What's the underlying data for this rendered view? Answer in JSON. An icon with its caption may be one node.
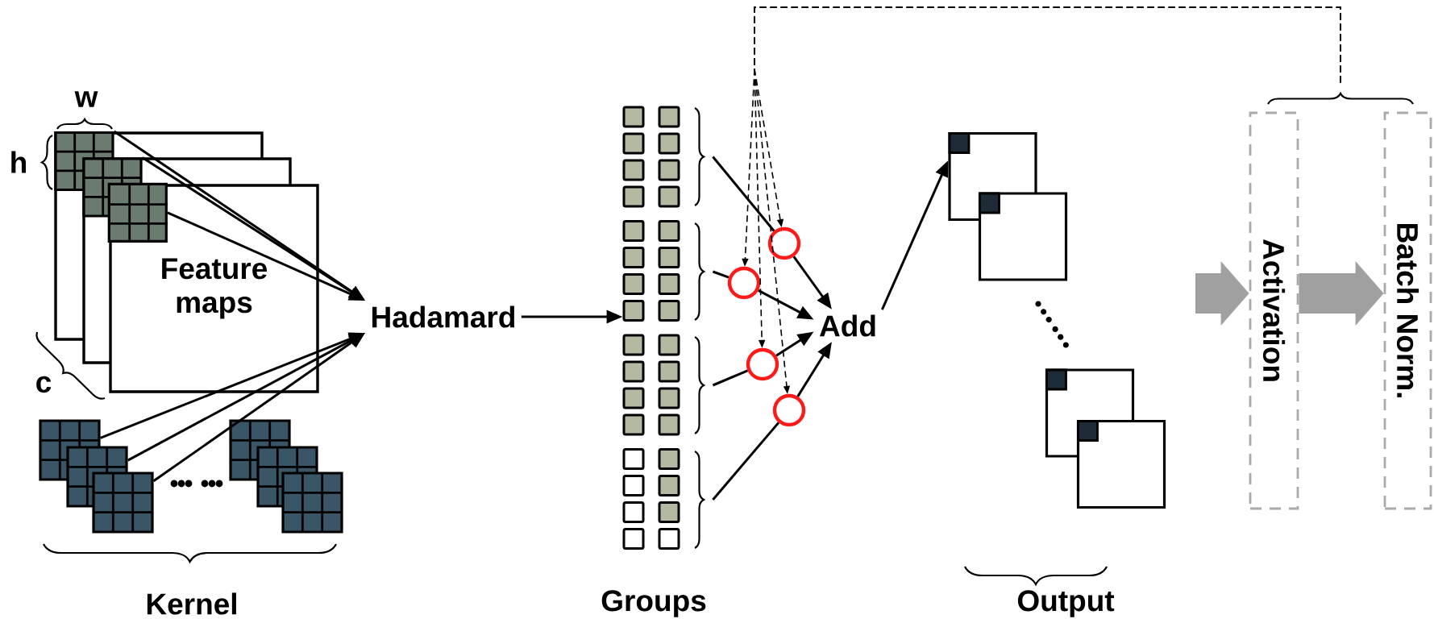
{
  "diagram": {
    "nodes": [
      {
        "text": [
          "Feature maps"
        ]
      },
      {
        "text": [],
        "shape": "grid"
      },
      {
        "text": [],
        "shape": "grid"
      },
      {
        "text": [],
        "shape": "grid",
        "in": 0
      },
      {
        "text": [],
        "shape": "grid"
      },
      {
        "text": [],
        "shape": "grid"
      },
      {
        "text": [],
        "shape": "grid"
      },
      {
        "text": [
          "Hadamard"
        ]
      },
      {
        "text": [],
        "shape": "squares"
      },
      {
        "text": [],
        "shape": "brace"
      },
      {
        "text": [],
        "shape": "brace"
      },
      {
        "text": [],
        "shape": "brace"
      },
      {
        "text": [],
        "shape": "brace"
      },
      {
        "text": [
          "Add"
        ]
      },
      {
        "text": [],
        "shape": "circle"
      },
      {
        "text": [],
        "shape": "circle"
      },
      {
        "text": [],
        "shape": "circle"
      },
      {
        "text": [],
        "shape": "circle"
      },
      {
        "text": [],
        "shape": "box"
      },
      {
        "text": [
          "Activation"
        ]
      },
      {
        "text": [
          "Batch Norm."
        ]
      },
      {
        "text": [],
        "shape": "brace"
      },
      {
        "text": [],
        "shape": "box"
      },
      {
        "text": [],
        "shape": "box"
      },
      {
        "text": [],
        "shape": "box"
      }
    ],
    "edges": [
      {
        "from": 1,
        "to": 7,
        "arrow": "to"
      },
      {
        "from": 2,
        "to": 7,
        "arrow": "to"
      },
      {
        "from": 3,
        "to": 7,
        "arrow": "to"
      },
      {
        "from": 4,
        "to": 7,
        "arrow": "to"
      },
      {
        "from": 5,
        "to": 7,
        "arrow": "to"
      },
      {
        "from": 6,
        "to": 7,
        "arrow": "to"
      },
      {
        "from": 7,
        "to": 8,
        "arrow": "to"
      },
      {
        "from": 9,
        "to": 14,
        "arrow": "none"
      },
      {
        "from": 14,
        "to": 13,
        "arrow": "to"
      },
      {
        "from": 10,
        "to": 15,
        "arrow": "none"
      },
      {
        "from": 15,
        "to": 13,
        "arrow": "to"
      },
      {
        "from": 11,
        "to": 16,
        "arrow": "none"
      },
      {
        "from": 16,
        "to": 13,
        "arrow": "to"
      },
      {
        "from": 12,
        "to": 17,
        "arrow": "none"
      },
      {
        "from": 17,
        "to": 13,
        "arrow": "to"
      },
      {
        "from": 13,
        "to": 18,
        "arrow": "to"
      },
      {
        "from": 21,
        "to": 14,
        "arrow": "to",
        "style": "dashed"
      },
      {
        "from": 21,
        "to": 15,
        "arrow": "to",
        "style": "dashed"
      },
      {
        "from": 21,
        "to": 16,
        "arrow": "to",
        "style": "dashed"
      },
      {
        "from": 21,
        "to": 17,
        "arrow": "to",
        "style": "dashed"
      },
      {
        "from": null,
        "to": 19,
        "arrow": "to",
        "style": "thick",
        "color": "#a0a0a0"
      },
      {
        "from": 19,
        "to": 20,
        "arrow": "to",
        "style": "thick",
        "color": "#a0a0a0"
      }
    ],
    "labels": [
      "w",
      "h",
      "c",
      "Kernel",
      "Groups",
      "Output"
    ]
  }
}
